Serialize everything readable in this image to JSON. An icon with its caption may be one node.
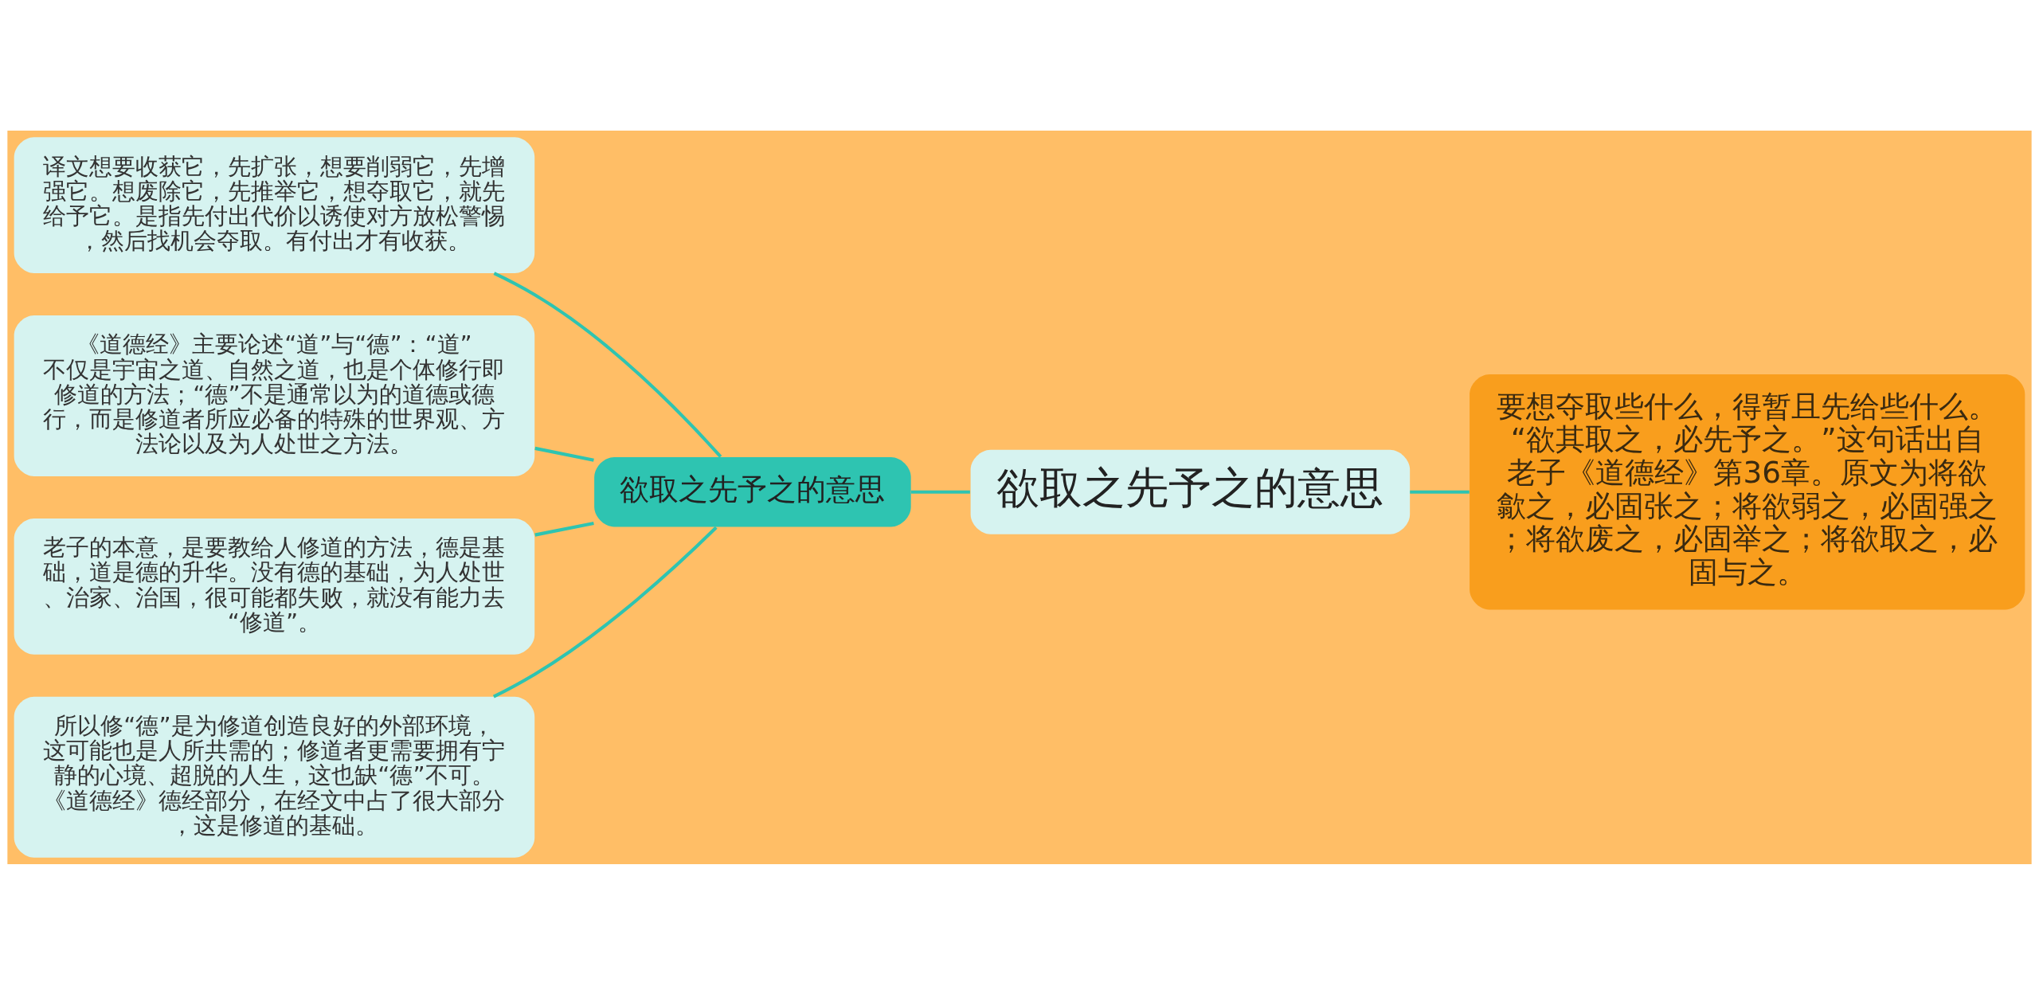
{
  "diagram": {
    "nodes": [
      {
        "text": [
          "欲取之先予之的意思"
        ]
      },
      {
        "text": [
          "欲取之先予之的意思"
        ]
      },
      {
        "text": [
          "要想夺取些什么，得暂且先给些什么。“欲其取之，必先予之。”这句话出自老子《道德经》第36章。原文为将欲歙之，必固张之；将欲弱之，必固强之；将欲废之，必固举之；将欲取之，必固与之。"
        ]
      },
      {
        "text": [
          "译文想要收获它，先扩张，想要削弱它，先增强它。想废除它，先推举它，想夺取它，就先给予它。是指先付出代价以诱使对方放松警惕，然后找机会夺取。有付出才有收获。"
        ]
      },
      {
        "text": [
          "《道德经》主要论述“道”与“德”：“道”不仅是宇宙之道、自然之道，也是个体修行即修道的方法；“德”不是通常以为的道德或德行，而是修道者所应必备的特殊的世界观、方法论以及为人处世之方法。"
        ]
      },
      {
        "text": [
          "老子的本意，是要教给人修道的方法，德是基础，道是德的升华。没有德的基础，为人处世、治家、治国，很可能都失败，就没有能力去“修道”。"
        ]
      },
      {
        "text": [
          "所以修“德”是为修道创造良好的外部环境，这可能也是人所共需的；修道者更需要拥有宁静的心境、超脱的人生，这也缺“德”不可。《道德经》德经部分，在经文中占了很大部分，这是修道的基础。"
        ]
      }
    ],
    "edges": [
      {
        "from": 1,
        "to": 0,
        "arrow": "none"
      },
      {
        "from": 0,
        "to": 2,
        "arrow": "none"
      },
      {
        "from": 3,
        "to": 1,
        "arrow": "none"
      },
      {
        "from": 4,
        "to": 1,
        "arrow": "none"
      },
      {
        "from": 5,
        "to": 1,
        "arrow": "none"
      },
      {
        "from": 6,
        "to": 1,
        "arrow": "none"
      }
    ]
  }
}
